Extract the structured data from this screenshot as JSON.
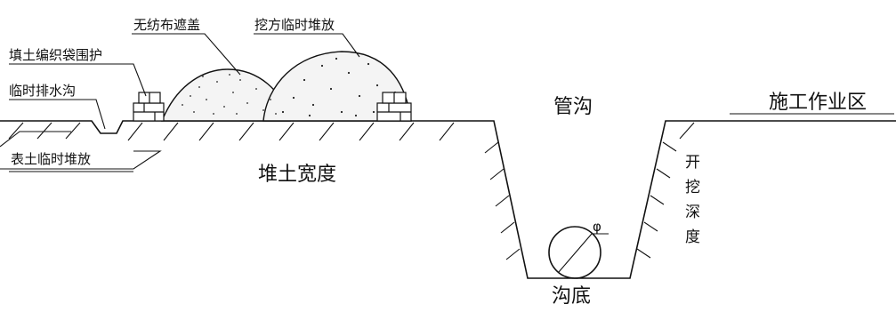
{
  "labels": {
    "nonwoven_cover": "无纺布遮盖",
    "excavated_soil": "挖方临时堆放",
    "soil_bag_wall": "填土编织袋围护",
    "drain_ditch": "临时排水沟",
    "topsoil": "表土临时堆放",
    "pile_width": "堆土宽度",
    "pipe_trench": "管沟",
    "work_area": "施工作业区",
    "trench_bottom": "沟底",
    "depth_chars": [
      "开",
      "挖",
      "深",
      "度"
    ],
    "diameter_symbol": "φ"
  }
}
